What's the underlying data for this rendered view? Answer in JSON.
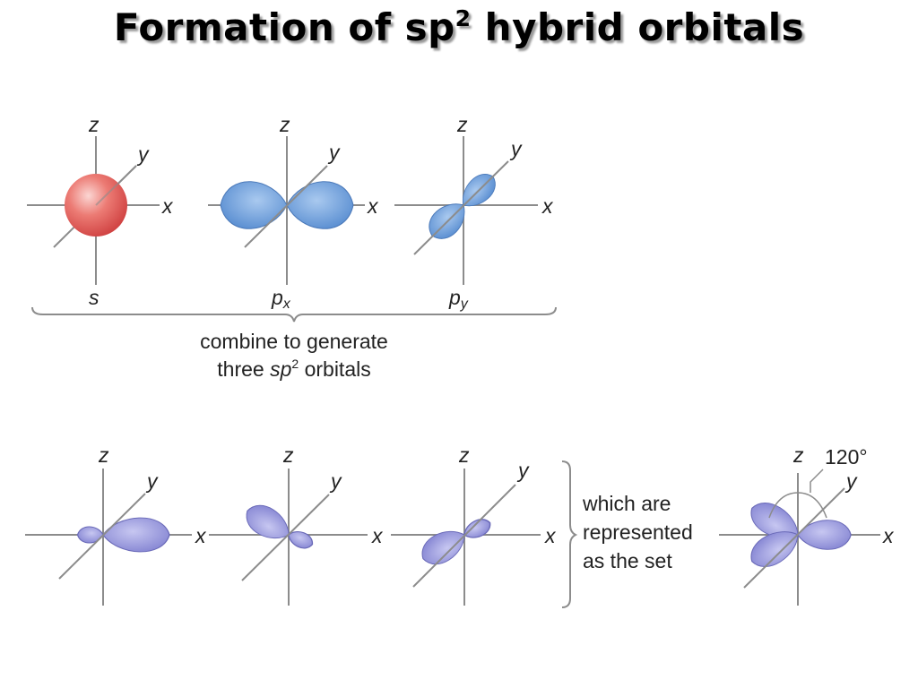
{
  "title": {
    "main": "Formation of sp",
    "sup": "2",
    "rest": " hybrid orbitals"
  },
  "axis_labels": {
    "x": "x",
    "y": "y",
    "z": "z"
  },
  "atomic_orbitals": [
    {
      "label": "s"
    },
    {
      "label": "p",
      "sub": "x"
    },
    {
      "label": "p",
      "sub": "y"
    }
  ],
  "combine_caption": {
    "line1": "combine to generate",
    "line2_pre": "three ",
    "line2_it": "sp",
    "line2_sup": "2",
    "line2_post": " orbitals"
  },
  "set_caption": {
    "line1": "which are",
    "line2": "represented",
    "line3": "as the set"
  },
  "angle_label": "120°",
  "colors": {
    "s_orbital": "#e85c5c",
    "p_orbital": "#5f95d6",
    "hybrid_orbital": "#8f8fd6",
    "axis": "#8c8c8c"
  }
}
